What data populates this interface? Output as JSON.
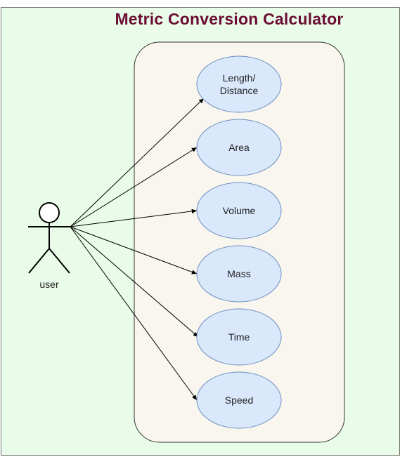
{
  "title": "Metric Conversion Calculator",
  "actor": {
    "label": "user"
  },
  "use_cases": [
    {
      "label": "Length/\nDistance"
    },
    {
      "label": "Area"
    },
    {
      "label": "Volume"
    },
    {
      "label": "Mass"
    },
    {
      "label": "Time"
    },
    {
      "label": "Speed"
    }
  ],
  "colors": {
    "background": "#e9fce9",
    "system_boundary": "#f8f6ee",
    "use_case_fill": "#dae8fc",
    "use_case_stroke": "#6c8ebf",
    "title": "#6b0d33"
  }
}
